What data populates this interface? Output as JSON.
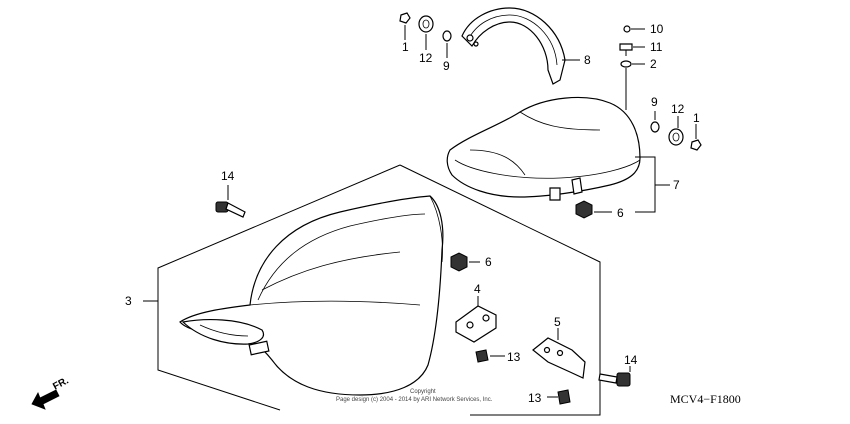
{
  "callouts": [
    {
      "id": "c1a",
      "label": "1"
    },
    {
      "id": "c12a",
      "label": "12"
    },
    {
      "id": "c9a",
      "label": "9"
    },
    {
      "id": "c10",
      "label": "10"
    },
    {
      "id": "c11",
      "label": "11"
    },
    {
      "id": "c2",
      "label": "2"
    },
    {
      "id": "c8",
      "label": "8"
    },
    {
      "id": "c9b",
      "label": "9"
    },
    {
      "id": "c12b",
      "label": "12"
    },
    {
      "id": "c1b",
      "label": "1"
    },
    {
      "id": "c7",
      "label": "7"
    },
    {
      "id": "c6a",
      "label": "6"
    },
    {
      "id": "c14a",
      "label": "14"
    },
    {
      "id": "c6b",
      "label": "6"
    },
    {
      "id": "c3",
      "label": "3"
    },
    {
      "id": "c4",
      "label": "4"
    },
    {
      "id": "c5",
      "label": "5"
    },
    {
      "id": "c13a",
      "label": "13"
    },
    {
      "id": "c14b",
      "label": "14"
    },
    {
      "id": "c13b",
      "label": "13"
    }
  ],
  "diagram_code": "MCV4−F1800",
  "direction_label": "FR.",
  "copyright": {
    "line1": "Copyright",
    "line2": "Page design (c) 2004 - 2014 by ARI Network Services, Inc."
  }
}
